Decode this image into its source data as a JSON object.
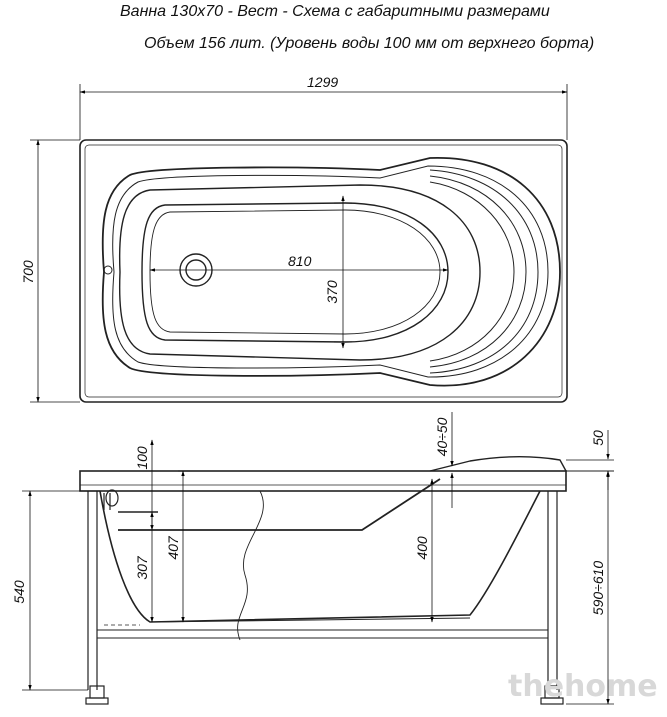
{
  "title": "Ванна 130х70 - Вест - Схема с габаритными размерами",
  "subtitle": "Объем 156 лит. (Уровень воды 100 мм от верхнего борта)",
  "top_view": {
    "length": "1299",
    "width": "700",
    "inner_length": "810",
    "inner_width": "370"
  },
  "side_view": {
    "rim_height": "100",
    "drain_height": "307",
    "depth": "407",
    "seat_depth": "400",
    "headrest_range": "40÷50",
    "rim_top": "50",
    "total_height": "540",
    "leg_range": "590÷610"
  },
  "watermark": "thehome"
}
